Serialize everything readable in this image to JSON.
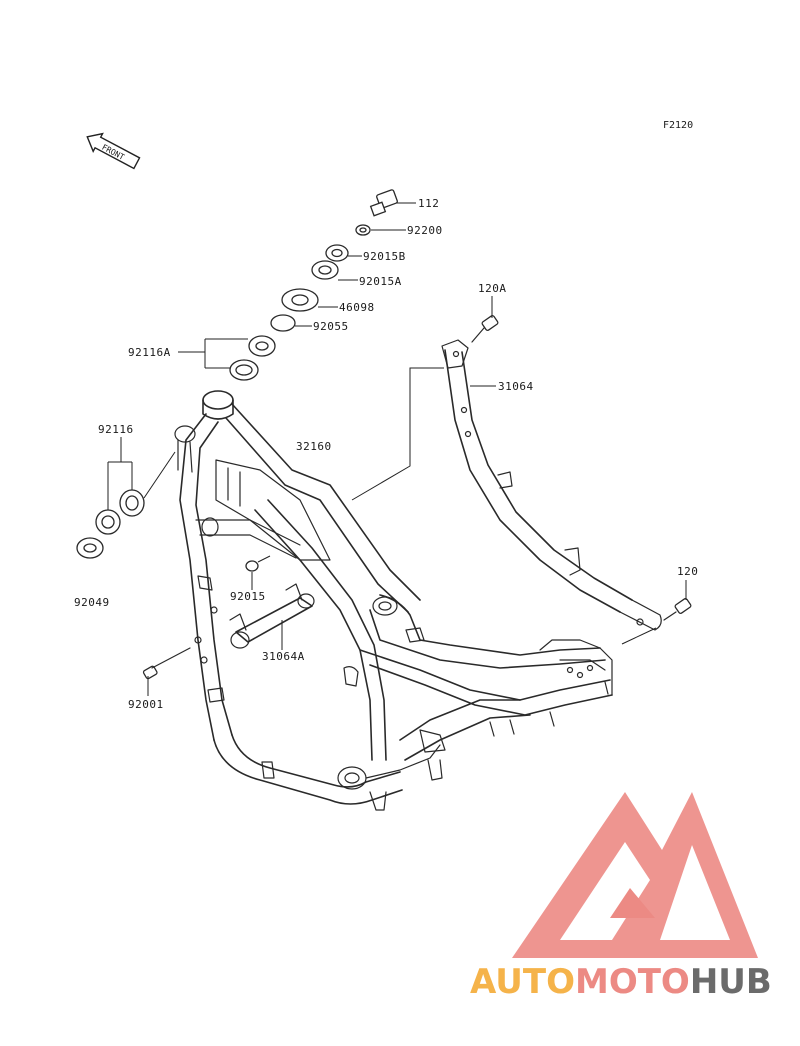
{
  "diagram_code": "F2120",
  "front_arrow_label": "FRONT",
  "callouts": {
    "p112": "112",
    "p92200": "92200",
    "p92015B": "92015B",
    "p92015A": "92015A",
    "p46098": "46098",
    "p92055": "92055",
    "p92116A": "92116A",
    "p120A": "120A",
    "p31064": "31064",
    "p32160": "32160",
    "p92116": "92116",
    "p92049": "92049",
    "p92015": "92015",
    "p31064A": "31064A",
    "p120": "120",
    "p92001": "92001"
  },
  "watermark": {
    "part1": "AUTO",
    "part2": "MOTO",
    "part3": "HUB",
    "logo_colors": {
      "triangle": "#ec8a84",
      "auto": "#f5b34a",
      "moto": "#ec8a84",
      "hub": "#6b6b6b"
    }
  }
}
